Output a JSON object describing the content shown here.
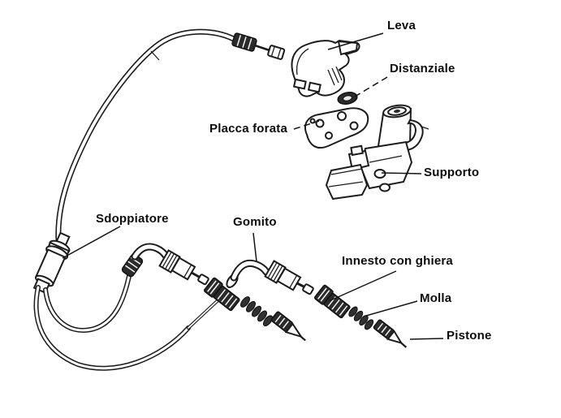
{
  "colors": {
    "background": "#ffffff",
    "line": "#1c1c1c",
    "dark_part": "#2b2b2b"
  },
  "labels": {
    "leva": "Leva",
    "distanziale": "Distanziale",
    "placca_forata": "Placca forata",
    "supporto": "Supporto",
    "sdoppiatore": "Sdoppiatore",
    "gomito": "Gomito",
    "innesto": "Innesto con ghiera",
    "molla": "Molla",
    "pistone": "Pistone"
  }
}
